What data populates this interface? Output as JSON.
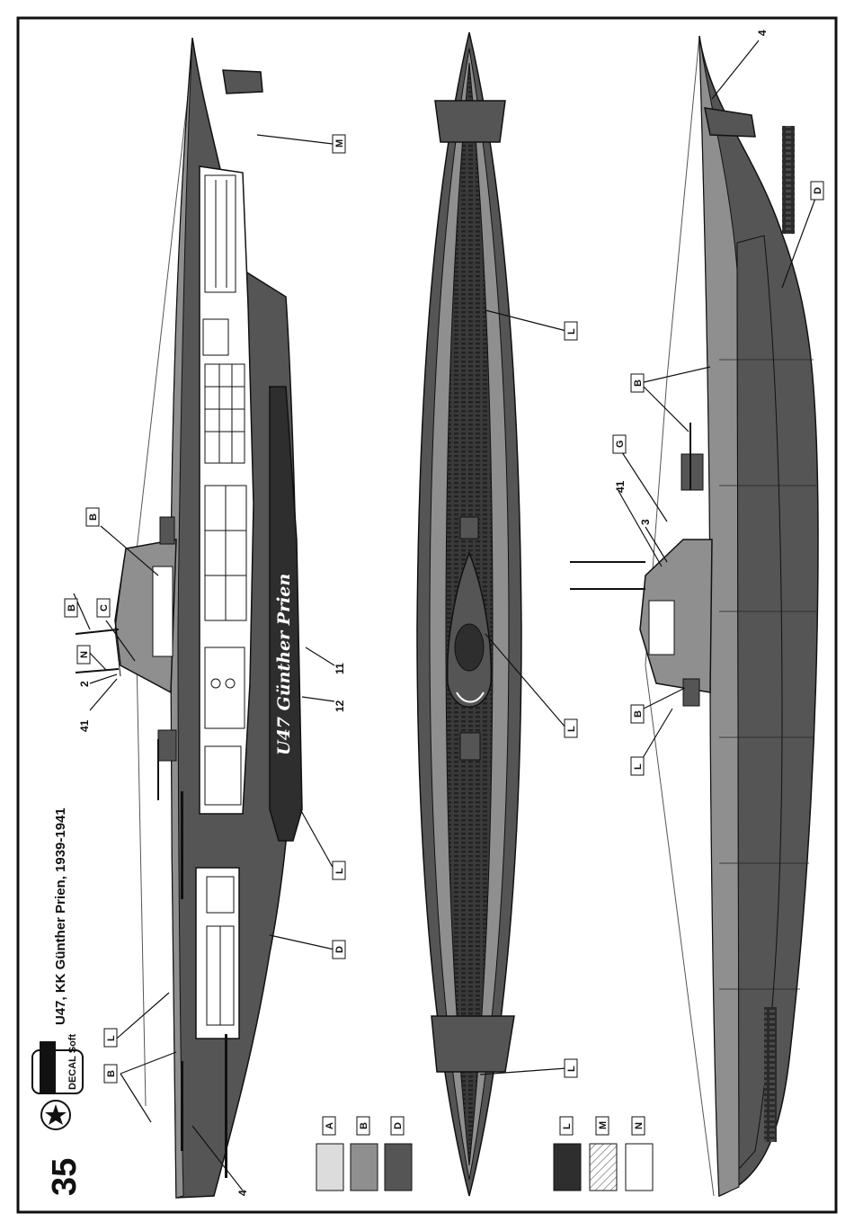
{
  "sheet": {
    "page_number": "35",
    "title": "U47, KK Günther Prien, 1939-1941",
    "decal_logo": "DECAL Soft",
    "hull_name": "U47  Günther Prien"
  },
  "colors": {
    "A": "#dcdcdc",
    "B": "#8f8f8f",
    "D": "#555555",
    "L": "#2e2e2e",
    "M": "hatched",
    "N": "#ffffff",
    "outline": "#111111"
  },
  "legend": [
    {
      "code": "A"
    },
    {
      "code": "B"
    },
    {
      "code": "D"
    },
    {
      "code": "L"
    },
    {
      "code": "M"
    },
    {
      "code": "N"
    }
  ],
  "callouts": {
    "view1": [
      "M",
      "B",
      "B",
      "C",
      "N",
      "2",
      "41",
      "11",
      "12",
      "L",
      "D",
      "L",
      "B",
      "4"
    ],
    "view2": [
      "L",
      "L",
      "L"
    ],
    "view3": [
      "4",
      "D",
      "B",
      "G",
      "41",
      "3",
      "B",
      "L"
    ]
  }
}
